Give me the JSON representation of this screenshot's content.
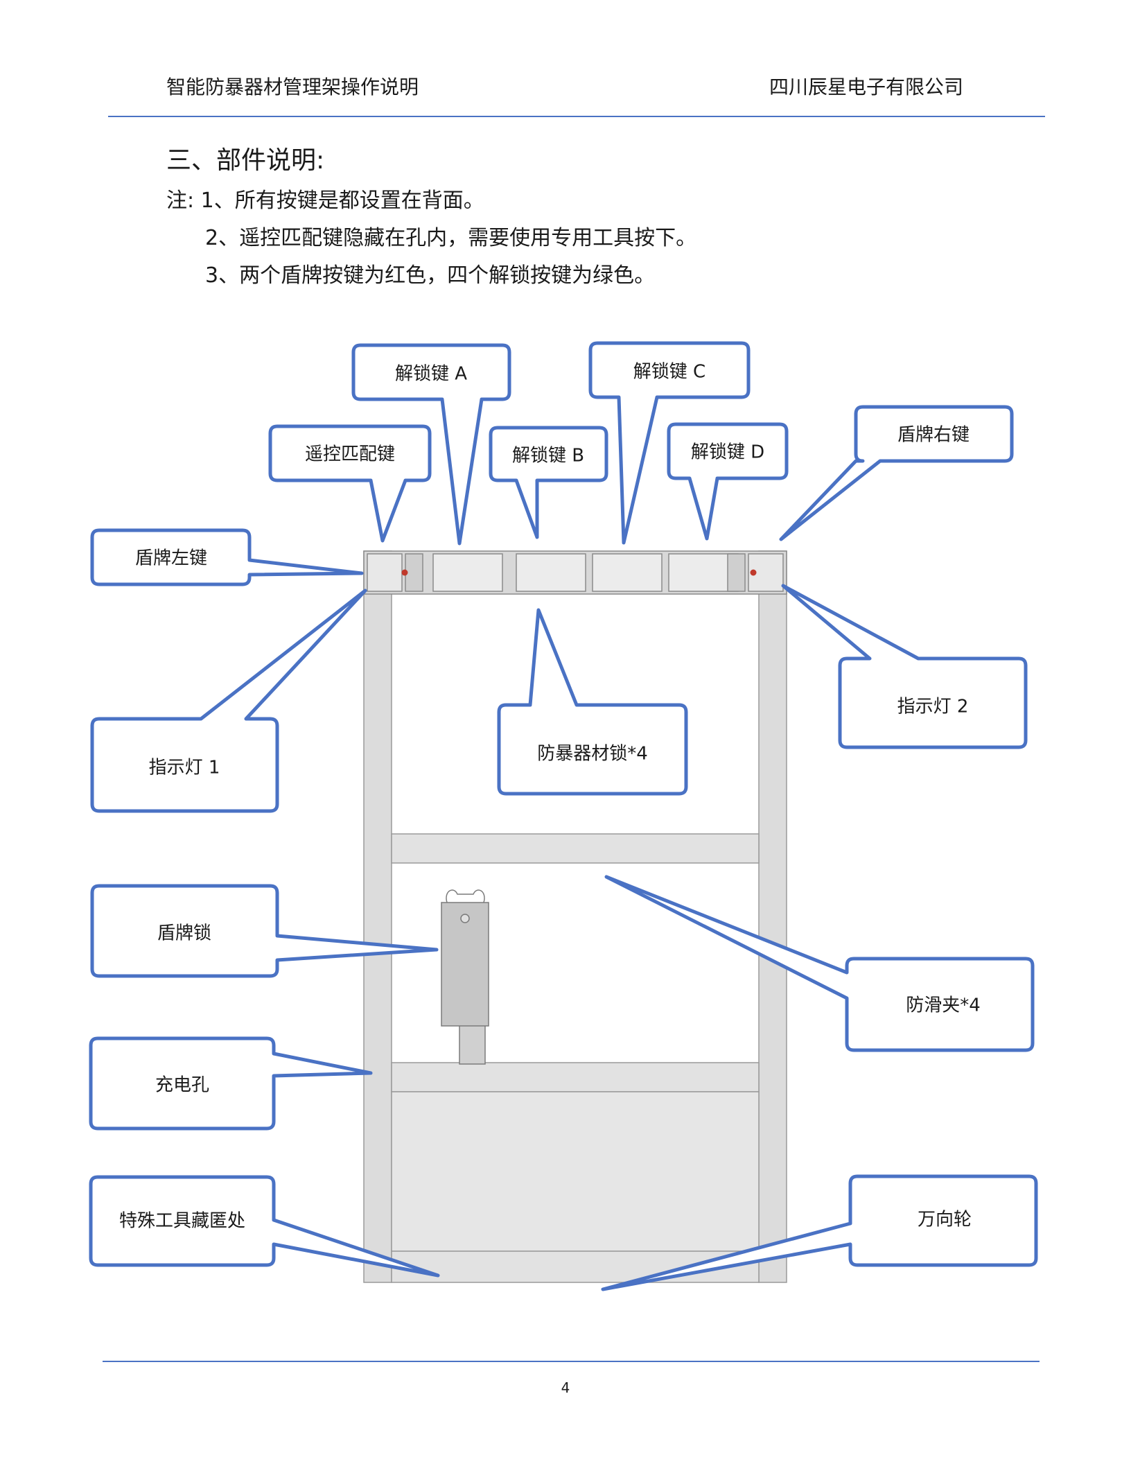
{
  "header": {
    "left": "智能防暴器材管理架操作说明",
    "right": "四川辰星电子有限公司"
  },
  "section_title": "三、部件说明:",
  "notes": [
    "注: 1、所有按键是都设置在背面。",
    "2、遥控匹配键隐藏在孔内，需要使用专用工具按下。",
    "3、两个盾牌按键为红色，四个解锁按键为绿色。"
  ],
  "callouts": {
    "unlock_a": "解锁键 A",
    "unlock_b": "解锁键 B",
    "unlock_c": "解锁键 C",
    "unlock_d": "解锁键 D",
    "remote_pair": "遥控匹配键",
    "shield_left": "盾牌左键",
    "shield_right": "盾牌右键",
    "indicator_1": "指示灯 1",
    "indicator_2": "指示灯 2",
    "equipment_lock": "防暴器材锁*4",
    "shield_lock": "盾牌锁",
    "anti_slip": "防滑夹*4",
    "charge_port": "充电孔",
    "tool_storage": "特殊工具藏匿处",
    "casters": "万向轮"
  },
  "colors": {
    "accent": "#4a72c4",
    "indicator_red": "#c0392b",
    "frame_gray": "#dcdcdc"
  },
  "page_number": "4"
}
